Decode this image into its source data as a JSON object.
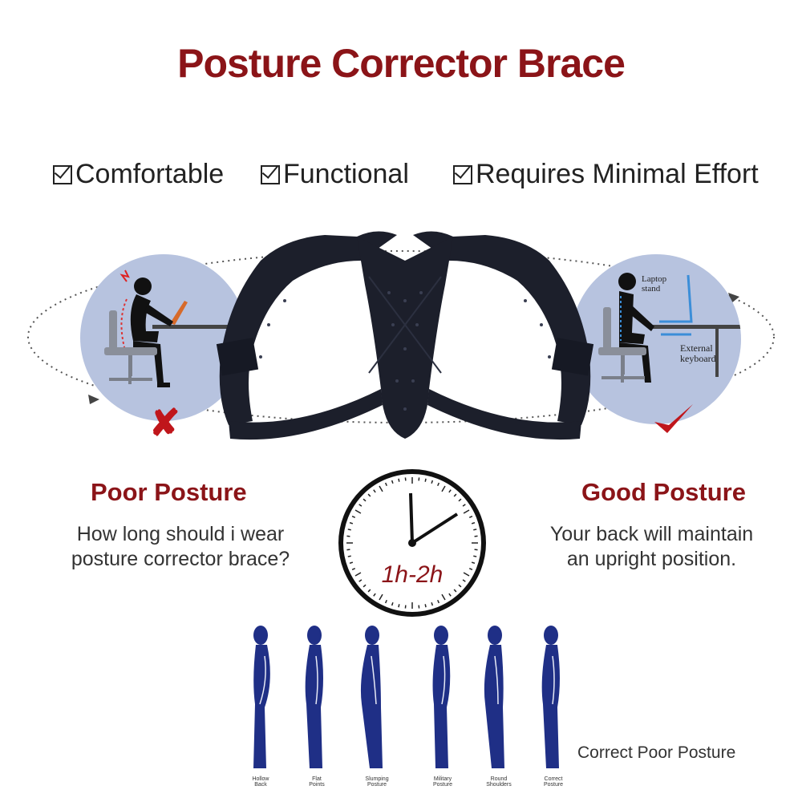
{
  "title": "Posture Corrector Brace",
  "features": [
    {
      "label": "Comfortable"
    },
    {
      "label": "Functional"
    },
    {
      "label": "Requires Minimal Effort"
    }
  ],
  "poor": {
    "heading": "Poor Posture",
    "caption_line1": "How long should i wear",
    "caption_line2": "posture corrector brace?",
    "mark_icon": "x-mark-icon"
  },
  "good": {
    "heading": "Good Posture",
    "caption_line1": "Your back will maintain",
    "caption_line2": "an upright position.",
    "laptop_label_1": "Laptop",
    "laptop_label_2": "stand",
    "keyboard_label_1": "External",
    "keyboard_label_2": "keyboard",
    "mark_icon": "check-mark-icon"
  },
  "clock": {
    "label": "1h-2h"
  },
  "postures": [
    {
      "label_1": "Hollow",
      "label_2": "Back"
    },
    {
      "label_1": "Flat",
      "label_2": "Points"
    },
    {
      "label_1": "Slumping",
      "label_2": "Posture"
    },
    {
      "label_1": "Military",
      "label_2": "Posture"
    },
    {
      "label_1": "Round",
      "label_2": "Shoulders"
    },
    {
      "label_1": "Correct",
      "label_2": "Posture"
    }
  ],
  "bottom_caption": "Correct Poor Posture",
  "colors": {
    "accent": "#8b1418",
    "brace": "#1c1f2b",
    "circle_bg": "#b7c3df",
    "figure": "#1f2f86"
  }
}
